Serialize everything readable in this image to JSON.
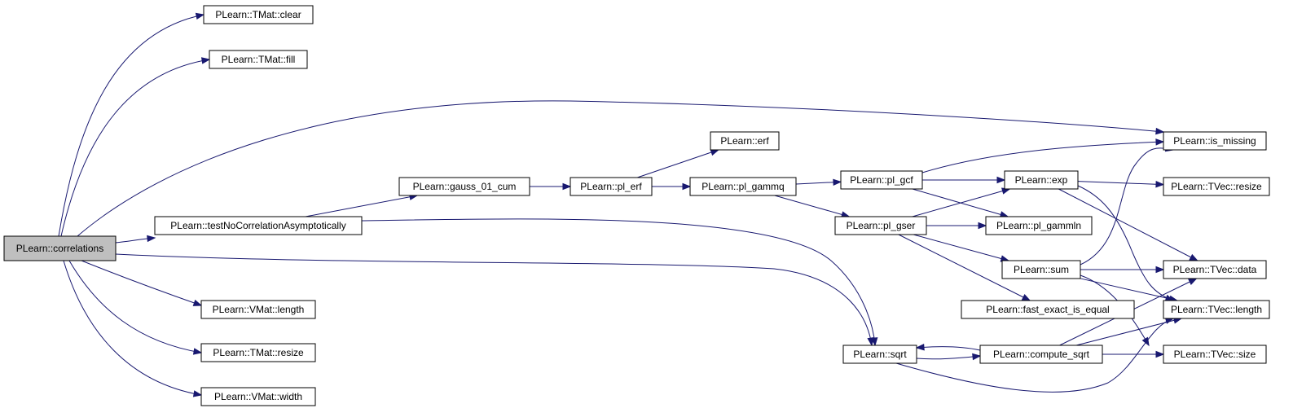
{
  "nodes": {
    "correlations": "PLearn::correlations",
    "tmat_clear": "PLearn::TMat::clear",
    "tmat_fill": "PLearn::TMat::fill",
    "test_no_corr": "PLearn::testNoCorrelationAsymptotically",
    "vmat_length": "PLearn::VMat::length",
    "tmat_resize": "PLearn::TMat::resize",
    "vmat_width": "PLearn::VMat::width",
    "gauss_01_cum": "PLearn::gauss_01_cum",
    "pl_erf": "PLearn::pl_erf",
    "erf": "PLearn::erf",
    "pl_gammq": "PLearn::pl_gammq",
    "pl_gcf": "PLearn::pl_gcf",
    "pl_gser": "PLearn::pl_gser",
    "exp": "PLearn::exp",
    "pl_gammln": "PLearn::pl_gammln",
    "sum": "PLearn::sum",
    "fast_exact_is_equal": "PLearn::fast_exact_is_equal",
    "sqrt": "PLearn::sqrt",
    "compute_sqrt": "PLearn::compute_sqrt",
    "is_missing": "PLearn::is_missing",
    "tvec_resize": "PLearn::TVec::resize",
    "tvec_data": "PLearn::TVec::data",
    "tvec_length": "PLearn::TVec::length",
    "tvec_size": "PLearn::TVec::size"
  },
  "edges": [
    [
      "correlations",
      "tmat_clear"
    ],
    [
      "correlations",
      "tmat_fill"
    ],
    [
      "correlations",
      "is_missing"
    ],
    [
      "correlations",
      "test_no_corr"
    ],
    [
      "correlations",
      "sqrt"
    ],
    [
      "correlations",
      "vmat_length"
    ],
    [
      "correlations",
      "tmat_resize"
    ],
    [
      "correlations",
      "vmat_width"
    ],
    [
      "test_no_corr",
      "gauss_01_cum"
    ],
    [
      "test_no_corr",
      "sqrt"
    ],
    [
      "gauss_01_cum",
      "pl_erf"
    ],
    [
      "pl_erf",
      "erf"
    ],
    [
      "pl_erf",
      "pl_gammq"
    ],
    [
      "pl_gammq",
      "pl_gcf"
    ],
    [
      "pl_gammq",
      "pl_gser"
    ],
    [
      "pl_gcf",
      "is_missing"
    ],
    [
      "pl_gcf",
      "exp"
    ],
    [
      "pl_gcf",
      "pl_gammln"
    ],
    [
      "pl_gser",
      "exp"
    ],
    [
      "pl_gser",
      "pl_gammln"
    ],
    [
      "pl_gser",
      "sum"
    ],
    [
      "pl_gser",
      "fast_exact_is_equal"
    ],
    [
      "exp",
      "tvec_resize"
    ],
    [
      "exp",
      "tvec_data"
    ],
    [
      "exp",
      "tvec_length"
    ],
    [
      "sum",
      "is_missing"
    ],
    [
      "sum",
      "tvec_data"
    ],
    [
      "sum",
      "tvec_length"
    ],
    [
      "sum",
      "tvec_size"
    ],
    [
      "sqrt",
      "compute_sqrt"
    ],
    [
      "sqrt",
      "tvec_length"
    ],
    [
      "compute_sqrt",
      "sqrt"
    ],
    [
      "compute_sqrt",
      "tvec_data"
    ],
    [
      "compute_sqrt",
      "tvec_length"
    ],
    [
      "compute_sqrt",
      "tvec_size"
    ]
  ],
  "colors": {
    "edge": "#191970",
    "root_fill": "#bfbfbf",
    "node_fill": "#ffffff",
    "node_stroke": "#000000"
  }
}
